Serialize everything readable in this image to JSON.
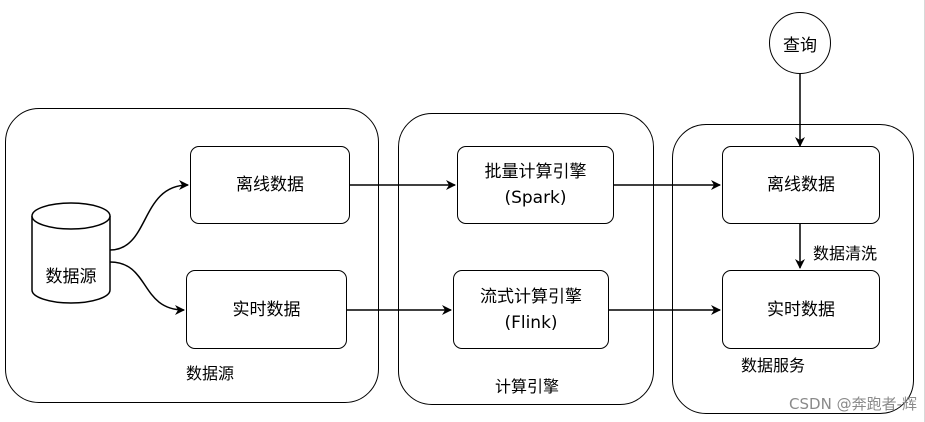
{
  "groups": {
    "source": {
      "label": "数据源"
    },
    "engine": {
      "label": "计算引擎"
    },
    "service": {
      "label": "数据服务"
    }
  },
  "source": {
    "cylinder": "数据源",
    "offline": "离线数据",
    "realtime": "实时数据"
  },
  "engine": {
    "batch": {
      "line1": "批量计算引擎",
      "line2": "(Spark)"
    },
    "stream": {
      "line1": "流式计算引擎",
      "line2": "(Flink)"
    }
  },
  "service": {
    "offline": "离线数据",
    "realtime": "实时数据"
  },
  "query": "查询",
  "edge_label": "数据清洗",
  "watermark": "CSDN @奔跑者-辉"
}
